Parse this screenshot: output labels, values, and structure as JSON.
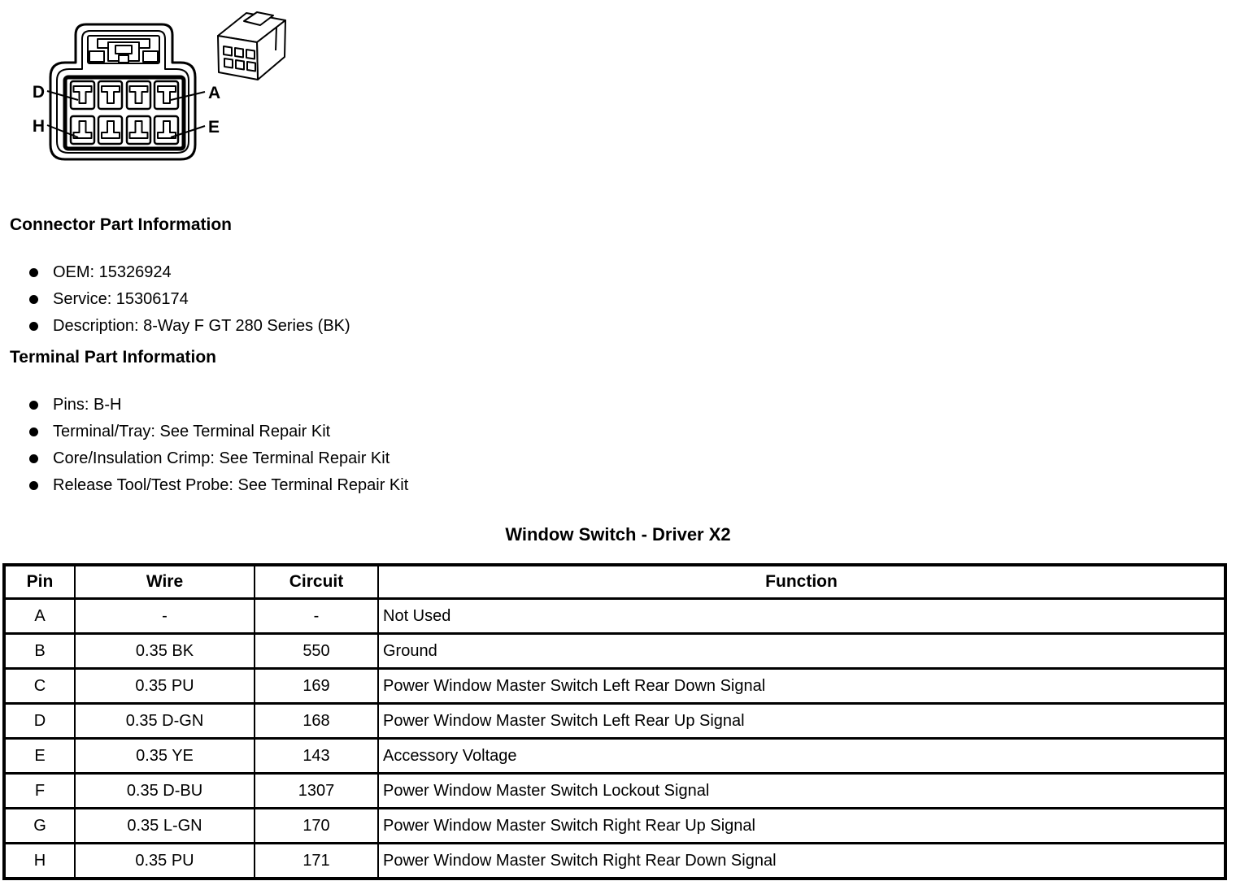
{
  "figure": {
    "pin_labels": {
      "top_left": "D",
      "top_right": "A",
      "bottom_left": "H",
      "bottom_right": "E"
    }
  },
  "connector_section": {
    "heading": "Connector Part Information",
    "items": [
      "OEM: 15326924",
      "Service: 15306174",
      "Description: 8-Way F GT 280 Series (BK)"
    ]
  },
  "terminal_section": {
    "heading": "Terminal Part Information",
    "items": [
      "Pins: B-H",
      "Terminal/Tray: See Terminal Repair Kit",
      "Core/Insulation Crimp: See Terminal Repair Kit",
      "Release Tool/Test Probe: See Terminal Repair Kit"
    ]
  },
  "table": {
    "title": "Window Switch - Driver X2",
    "headers": [
      "Pin",
      "Wire",
      "Circuit",
      "Function"
    ],
    "rows": [
      [
        "A",
        "-",
        "-",
        "Not Used"
      ],
      [
        "B",
        "0.35 BK",
        "550",
        "Ground"
      ],
      [
        "C",
        "0.35 PU",
        "169",
        "Power Window Master Switch Left Rear Down Signal"
      ],
      [
        "D",
        "0.35 D-GN",
        "168",
        "Power Window Master Switch Left Rear Up Signal"
      ],
      [
        "E",
        "0.35 YE",
        "143",
        "Accessory Voltage"
      ],
      [
        "F",
        "0.35 D-BU",
        "1307",
        "Power Window Master Switch Lockout Signal"
      ],
      [
        "G",
        "0.35 L-GN",
        "170",
        "Power Window Master Switch Right Rear Up Signal"
      ],
      [
        "H",
        "0.35 PU",
        "171",
        "Power Window Master Switch Right Rear Down Signal"
      ]
    ]
  },
  "colors": {
    "ink": "#000000",
    "paper": "#ffffff"
  }
}
